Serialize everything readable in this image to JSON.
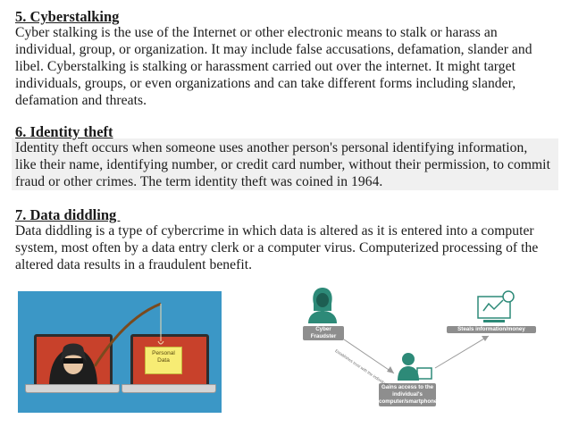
{
  "sections": [
    {
      "heading": "5. Cyberstalking",
      "body": "Cyber stalking is the use of the Internet or other electronic means to stalk or harass an individual, group, or organization. It may include false accusations, defamation, slander and libel. Cyberstalking is stalking or harassment carried out over the internet. It might target individuals, groups, or even organizations and can take different forms including slander, defamation and threats."
    },
    {
      "heading": "6. Identity theft",
      "body": "Identity theft occurs when someone uses another person's personal identifying information, like their name, identifying number, or credit card number, without their permission, to commit fraud or other crimes. The term identity theft was coined in 1964."
    },
    {
      "heading": "7. Data diddling ",
      "body": "Data diddling is a type of cybercrime in which data is altered as it is entered into a computer system, most often by a data entry clerk or a computer virus. Computerized processing of the altered data results in a fraudulent benefit."
    }
  ],
  "illustration": {
    "note_text": "Personal Data",
    "colors": {
      "background": "#3b97c6",
      "screen": "#c8412b",
      "note": "#f7ec74",
      "rod": "#7a4a1e"
    }
  },
  "diagram": {
    "fraudster_label": "Cyber Fraudster",
    "steals_label": "Steals information/money",
    "victim_label": "Gains access to the individual's computer/smartphone",
    "arrow_label": "Establishes trust with the individual",
    "colors": {
      "icon": "#2d8a78",
      "label_bg": "#8e8e8e",
      "arrow": "#9a9a9a"
    }
  }
}
